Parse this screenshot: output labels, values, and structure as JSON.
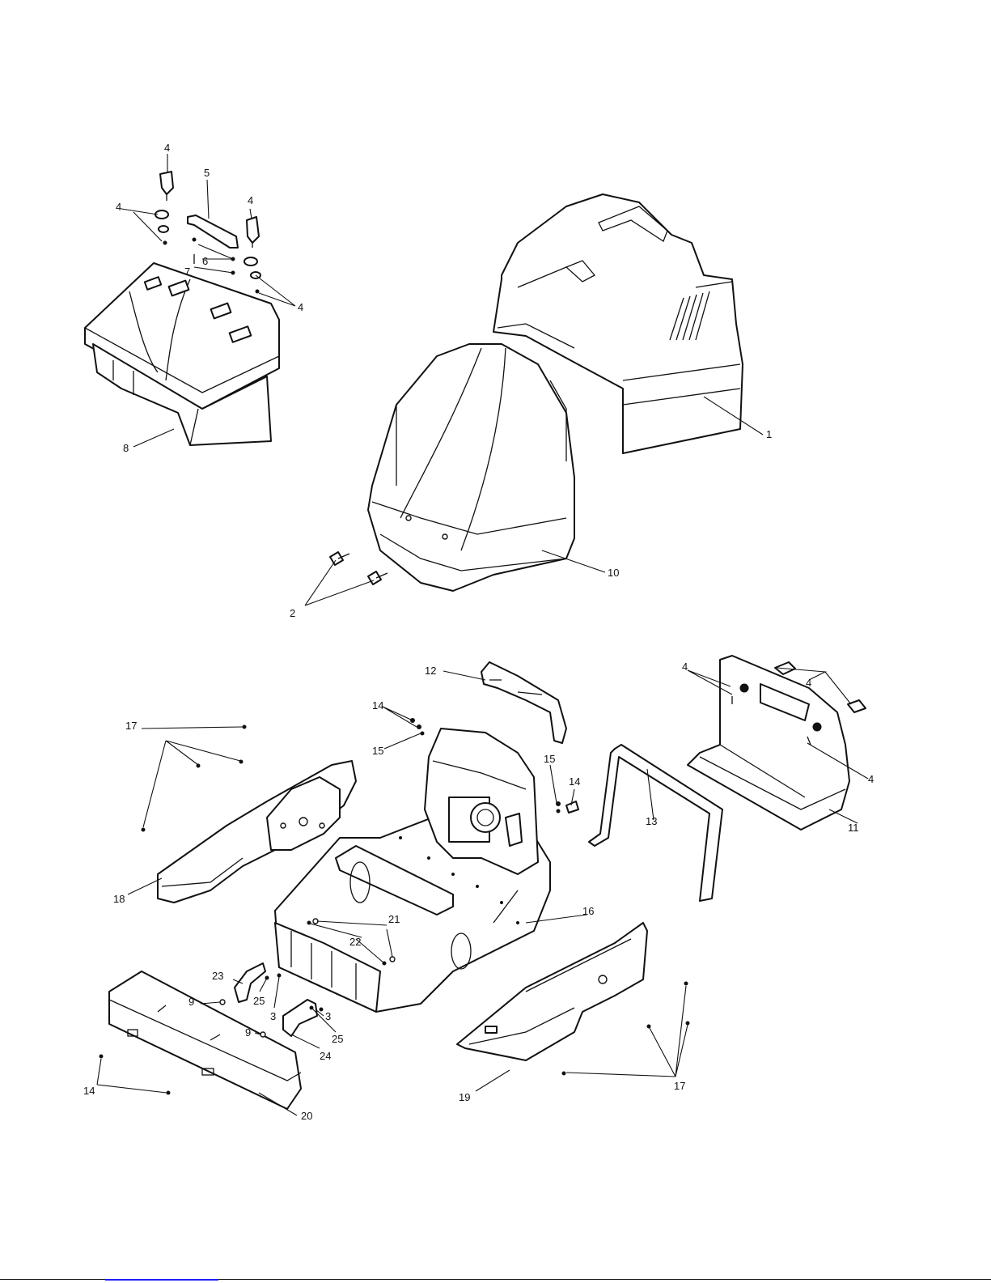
{
  "callouts": [
    "1",
    "2",
    "3",
    "4",
    "5",
    "6",
    "7",
    "8",
    "9",
    "10",
    "11",
    "12",
    "13",
    "14",
    "15",
    "16",
    "17",
    "18",
    "19",
    "20",
    "21",
    "22",
    "23",
    "24",
    "25"
  ],
  "colors": {
    "ink": "#111111",
    "paper": "#ffffff",
    "link": "#2020ff"
  }
}
